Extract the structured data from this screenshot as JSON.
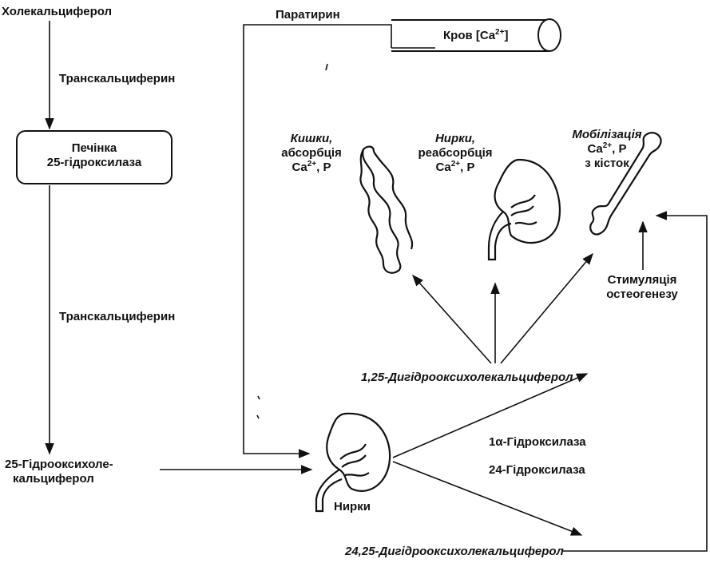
{
  "labels": {
    "cholecalciferol": "Холекальциферол",
    "transcalciferin_1": "Транскальциферин",
    "liver_line1": "Печінка",
    "liver_line2": "25-гідроксилаза",
    "transcalciferin_2": "Транскальциферин",
    "hydroxy25_line1": "25-Гідрооксихоле-",
    "hydroxy25_line2": "кальциферол",
    "parathyrin": "Паратирин",
    "blood": "Кров [Ca",
    "blood_sup": "2+",
    "blood_end": "]",
    "intestine_line1": "Кишки,",
    "intestine_line2": "абсорбція",
    "intestine_ca": "Ca",
    "intestine_sup": "2+",
    "intestine_p": ", P",
    "kidney_top_line1": "Нирки,",
    "kidney_top_line2": "реабсорбція",
    "kidney_top_ca": "Ca",
    "kidney_top_sup": "2+",
    "kidney_top_p": ", P",
    "mobilization_line1": "Мобілізація",
    "mobilization_ca": "Ca",
    "mobilization_sup": "2+",
    "mobilization_p": ", P",
    "mobilization_line3": "з кісток",
    "osteo_line1": "Стимуляція",
    "osteo_line2": "остеогенезу",
    "dihydroxy_125": "1,25-Дигідрооксихолекальциферол",
    "enzyme_1a": "1α-Гідроксилаза",
    "enzyme_24": "24-Гідроксилаза",
    "kidney_bottom": "Нирки",
    "dihydroxy_2425": "24,25-Дигідрооксихолекальциферол"
  }
}
